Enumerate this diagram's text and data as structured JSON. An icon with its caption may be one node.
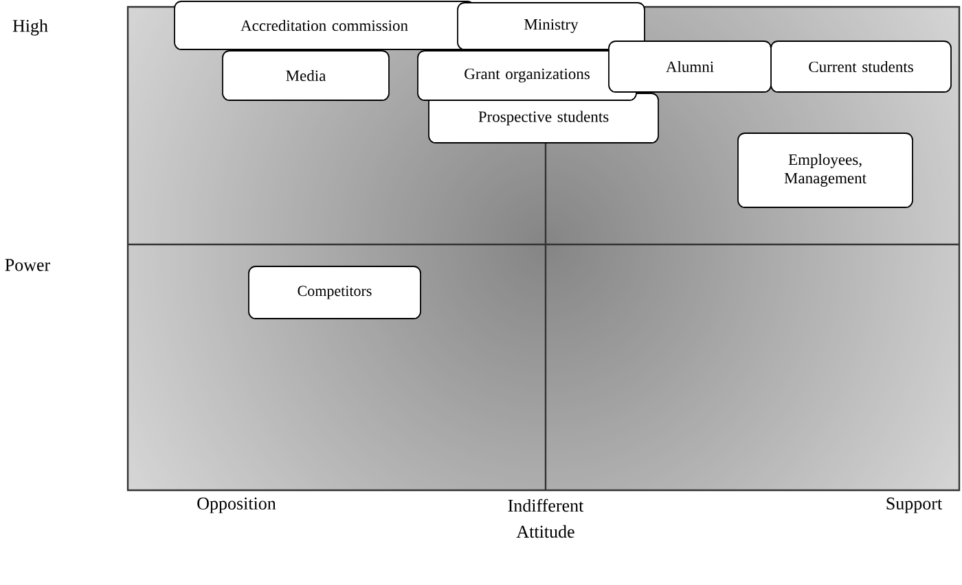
{
  "diagram": {
    "nodes": [
      {
        "text": [
          "Accreditation commission"
        ]
      },
      {
        "text": [
          "Ministry"
        ]
      },
      {
        "text": [
          "Media"
        ]
      },
      {
        "text": [
          "Grant organizations"
        ]
      },
      {
        "text": [
          "Alumni"
        ]
      },
      {
        "text": [
          "Current students"
        ]
      },
      {
        "text": [
          "Prospective students"
        ]
      },
      {
        "text": [
          "Employees, Management"
        ]
      },
      {
        "text": [
          "Competitors"
        ]
      }
    ],
    "labels": [
      "High",
      "Power",
      "Opposition",
      "Indifferent",
      "Attitude",
      "Support"
    ]
  }
}
